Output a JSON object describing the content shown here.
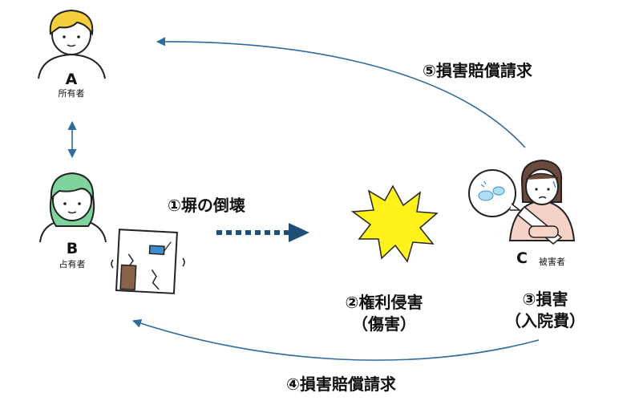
{
  "parties": {
    "a": {
      "letter": "A",
      "role": "所有者"
    },
    "b": {
      "letter": "B",
      "role": "占有者"
    },
    "c": {
      "letter": "C",
      "role": "被害者"
    }
  },
  "steps": {
    "s1": "①塀の倒壊",
    "s2_line1": "②権利侵害",
    "s2_line2": "（傷害）",
    "s3_line1": "③損害",
    "s3_line2": "（入院費）",
    "s4": "④損害賠償請求",
    "s5": "⑤損害賠償請求"
  },
  "colors": {
    "arrow": "#2e6b9e",
    "person_a_hair": "#f4cf3b",
    "person_b_hair": "#7fd49b",
    "person_c_hair": "#6b4a3c",
    "burst_fill": "#fff21a"
  }
}
